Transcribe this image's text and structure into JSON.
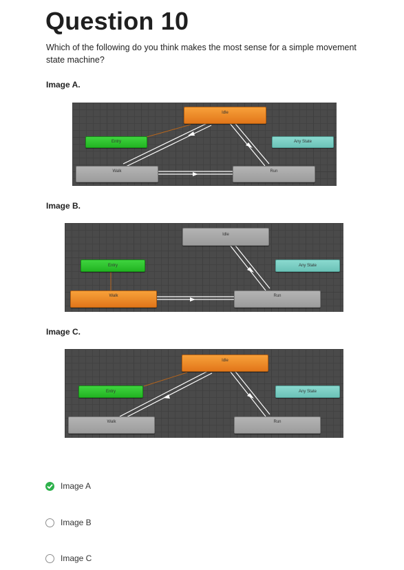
{
  "question": {
    "title": "Question 10",
    "prompt": "Which of the following do you think makes the most sense for a simple movement state machine?"
  },
  "images": [
    {
      "label": "Image A.",
      "nodes": {
        "idle": "Idle",
        "entry": "Entry",
        "any": "Any State",
        "walk": "Walk",
        "run": "Run"
      }
    },
    {
      "label": "Image B.",
      "nodes": {
        "idle": "Idle",
        "entry": "Entry",
        "any": "Any State",
        "walk": "Walk",
        "run": "Run"
      }
    },
    {
      "label": "Image C.",
      "nodes": {
        "idle": "Idle",
        "entry": "Entry",
        "any": "Any State",
        "walk": "Walk",
        "run": "Run"
      }
    }
  ],
  "options": [
    {
      "label": "Image A",
      "selected": true
    },
    {
      "label": "Image B",
      "selected": false
    },
    {
      "label": "Image C",
      "selected": false
    }
  ],
  "colors": {
    "default_state": "#e2761a",
    "entry": "#22b422",
    "any_state": "#6cc3b8",
    "state": "#a8a8a8",
    "selected": "#2db14b"
  }
}
